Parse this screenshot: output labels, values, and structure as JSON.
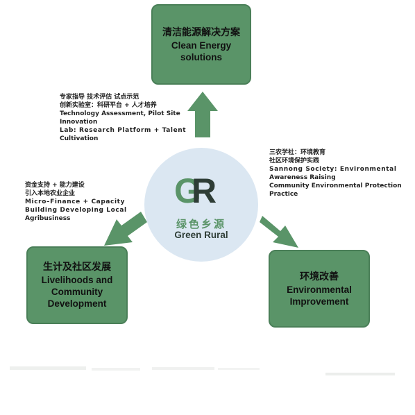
{
  "center": {
    "logo_letter_1": "G",
    "logo_letter_2": "R",
    "name_zh": "绿色乡源",
    "name_en": "Green Rural"
  },
  "top_box": {
    "zh": "清洁能源解决方案",
    "en_line1": "Clean Energy",
    "en_line2": "solutions"
  },
  "left_box": {
    "zh": "生计及社区发展",
    "en_line1": "Livelihoods and",
    "en_line2": "Community",
    "en_line3": "Development"
  },
  "right_box": {
    "zh": "环境改善",
    "en_line1": "Environmental",
    "en_line2": "Improvement"
  },
  "top_note": [
    "专家指导 技术评估  试点示范",
    "创新实验室：科研平台 + 人才培养",
    "Technology Assessment, Pilot Site",
    "Innovation",
    "Lab: Research Platform + Talent",
    "Cultivation"
  ],
  "left_note": [
    "资金支持 + 能力建设",
    "引入本地农业企业",
    "Micro–Finance + Capacity",
    "Building Developing Local",
    "Agribusiness"
  ],
  "right_note": [
    "三农学社：环境教育",
    "社区环境保护实践",
    "Sannong Society: Environmental",
    "Awareness Raising",
    "Community Environmental Protection",
    "Practice"
  ],
  "colors": {
    "box_green": "#5a9468",
    "logo_dark": "#2e3d36",
    "circle_blue": "#dbe7f2"
  }
}
